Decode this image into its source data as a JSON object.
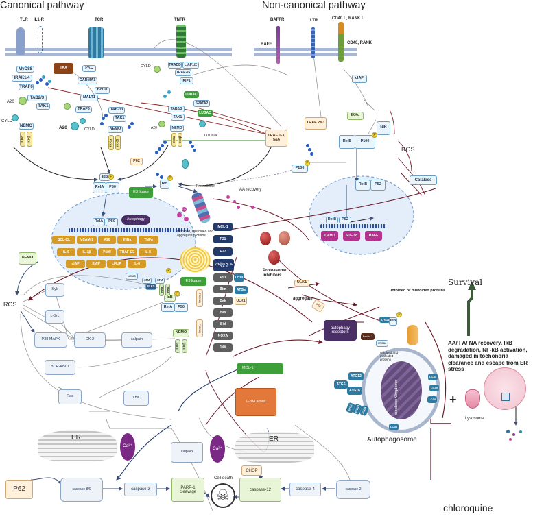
{
  "titles": {
    "canonical": "Canonical pathway",
    "non_canonical": "Non-canonical pathway"
  },
  "receptors": {
    "tlr": "TLR",
    "il1r": "IL1-R",
    "tcr": "TCR",
    "tnfr": "TNFR",
    "baffr": "BAFFR",
    "baff_ligand": "BAFF",
    "ltr": "LTR",
    "cd40l": "CD40 L, RANK L",
    "cd40": "CD40, RANK"
  },
  "tlr_branch": {
    "myd88": "MyD88",
    "irak": "IRAK1/4",
    "traf6": "TRAF6",
    "tab23": "TAB2/3",
    "tak1": "TAK1",
    "a20": "A20",
    "cyld": "CYLD",
    "nemo": "NEMO",
    "ikka": "IKKα",
    "ikkb": "IKKβ",
    "tax": "TAX"
  },
  "tcr_branch": {
    "pkc": "PKC",
    "carma1": "CARMA1",
    "bcl10": "Bcl10",
    "malt1": "MALT1",
    "traf6": "TRAF6",
    "tab23": "TAB2/3",
    "tak1": "TAK1",
    "a20": "A20",
    "cyld": "CYLD",
    "nemo": "NEMO",
    "ikka": "IKKα",
    "ikkb": "IKKβ"
  },
  "tnfr_branch": {
    "cyld": "CYLD",
    "tradd": "TRADD",
    "ciap12": "cIAP1/2",
    "traf25": "TRAF2/5",
    "rip1": "RIP1",
    "lubac1": "LUBAC",
    "spata2": "SPATA2",
    "lubac2": "LUBAC",
    "tab23": "TAB2/3",
    "tak1": "TAK1",
    "a20": "A20",
    "nemo": "NEMO",
    "ikka": "IKKα",
    "ikkb": "IKKβ",
    "otulin": "OTULIN"
  },
  "noncanonical": {
    "ciap": "cIAP",
    "nik": "NIK",
    "ikka": "IKKα",
    "traf23": "TRAF 2&3",
    "traf_multi": "TRAF 1-3, 5&6",
    "relb": "RelB",
    "p100": "P100",
    "p100b": "P100",
    "ros": "ROS",
    "catalase": "Catalase",
    "relb_nuc": "RelB",
    "p52_nuc": "P52",
    "relb_dna": "RelB",
    "p52_dna": "P52",
    "targets": [
      "ICAM-1",
      "SDF-1α",
      "BAFF"
    ]
  },
  "cytoplasm": {
    "p62": "P62",
    "ikb": "IκB",
    "rela": "RelA",
    "p50": "P50",
    "e3_ligase": "E3 ligase",
    "ikb2": "IκB",
    "proteasome": "Proteasome",
    "aa_recovery": "AA recovery",
    "ub": "Ub"
  },
  "nucleus": {
    "rela": "RelA",
    "p50": "P50",
    "autophagy": "Autophagy",
    "genes": [
      "BCL-XL",
      "VCAM-1",
      "A20",
      "INBa",
      "TNFa",
      "IL-6",
      "IL-1β",
      "P100",
      "TRAF 1/2",
      "IL-8",
      "cIAP",
      "XIAP",
      "cFLIP",
      "IL-6"
    ]
  },
  "proteins": {
    "heading": "unfolded, misfolded and aggregate proteins",
    "e3_ligase": "E3 ligase",
    "list": [
      "MCL-1",
      "P21",
      "P27",
      "cyclins A, B, D & E",
      "P53",
      "Bim",
      "Bak",
      "Bax",
      "Bid",
      "NOXA",
      "JNK"
    ],
    "lc3ii": "LC3II",
    "atgs": "ATGs",
    "ulk1": "ULK1",
    "inhibitors": "Proteasome inhibitors",
    "p62_vert_1": "P62/SQ",
    "p62_vert_2": "P62/SQ"
  },
  "ros_branch": {
    "nemo": "NEMO",
    "ros": "ROS",
    "syk": "Syk",
    "csrc": "c-Src",
    "p38": "P38 MAPK",
    "ck2": "CK 2",
    "calpain": "calpain",
    "bcr": "BCR-ABL1",
    "ras": "Ras",
    "tbk": "TBK",
    "nemo2": "NEMO",
    "ikka2": "IKKα",
    "ikkb2": "IKKβ",
    "atm": "ATM",
    "elks": "ELKS",
    "nemo_small": "NEMO",
    "atm2": "ATM",
    "ikb": "IκB",
    "rela": "RelA",
    "p50": "P50",
    "mcl1": "MCL-1",
    "g2m": "G2/M arrest"
  },
  "bottom": {
    "er_left": "ER",
    "ca_left": "Ca²⁺",
    "calpain": "calpain",
    "ca_right": "Ca²⁺",
    "er_right": "ER",
    "chop": "CHOP",
    "p62": "P62",
    "casp89": "caspase-8/9",
    "casp3": "caspase-3",
    "parp": "PARP-1 cleavage",
    "cell_death": "Cell death",
    "casp12": "caspase-12",
    "casp4": "caspase-4",
    "casp2": "caspase-2"
  },
  "autophagy": {
    "ulk1": "ULK1",
    "aggregate": "aggregate",
    "p62": "P62",
    "unfolded": "unfolded  or  misfolded proteins",
    "receptors": "autophagy receptors",
    "atg14": "ATG14",
    "beclin": "Beclin-1",
    "vps34": "VPS34",
    "ikb": "IκB",
    "atg12": "ATG12",
    "atg5": "ATG5",
    "atg16": "ATG16",
    "lc3_1": "LC3II",
    "lc3_2": "LC3II",
    "lc3_3": "LC3II",
    "lc3_4": "LC3II",
    "atg7": "ATG7",
    "atg10": "ATG10",
    "atg9": "ATG9",
    "inner_label": "unfolded and misfolded proteins",
    "inner_receptors": "autophagy receptors",
    "autophagosome": "Autophagosome",
    "lysosome": "Lysosome",
    "plus": "+",
    "chloroquine": "chloroquine",
    "survival": "Survival",
    "survival_text": "AA/ FA/ NA recovery, IkB degradation, NF-kB activation, damaged mitochondria clearance and escape from ER stress"
  },
  "colors": {
    "lightblue": "#eaf4fb",
    "green": "#e8f5d6",
    "gold": "#d69b26",
    "magenta": "#b4338e",
    "navy": "#233a6a",
    "dark_red": "#6a1a2a",
    "purple": "#7a2a85"
  }
}
